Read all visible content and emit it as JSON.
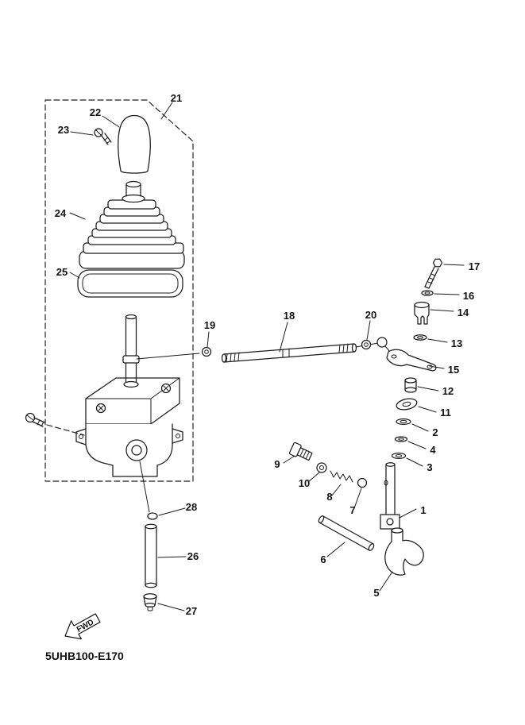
{
  "diagram": {
    "code": "5UHB100-E170",
    "fwd_label": "FWD"
  },
  "callouts": [
    {
      "label": "21"
    },
    {
      "label": "22"
    },
    {
      "label": "23"
    },
    {
      "label": "24"
    },
    {
      "label": "25"
    },
    {
      "label": "17"
    },
    {
      "label": "16"
    },
    {
      "label": "14"
    },
    {
      "label": "13"
    },
    {
      "label": "20"
    },
    {
      "label": "18"
    },
    {
      "label": "19"
    },
    {
      "label": "15"
    },
    {
      "label": "12"
    },
    {
      "label": "11"
    },
    {
      "label": "2"
    },
    {
      "label": "4"
    },
    {
      "label": "3"
    },
    {
      "label": "9"
    },
    {
      "label": "10"
    },
    {
      "label": "8"
    },
    {
      "label": "7"
    },
    {
      "label": "1"
    },
    {
      "label": "6"
    },
    {
      "label": "5"
    },
    {
      "label": "28"
    },
    {
      "label": "26"
    },
    {
      "label": "27"
    }
  ]
}
